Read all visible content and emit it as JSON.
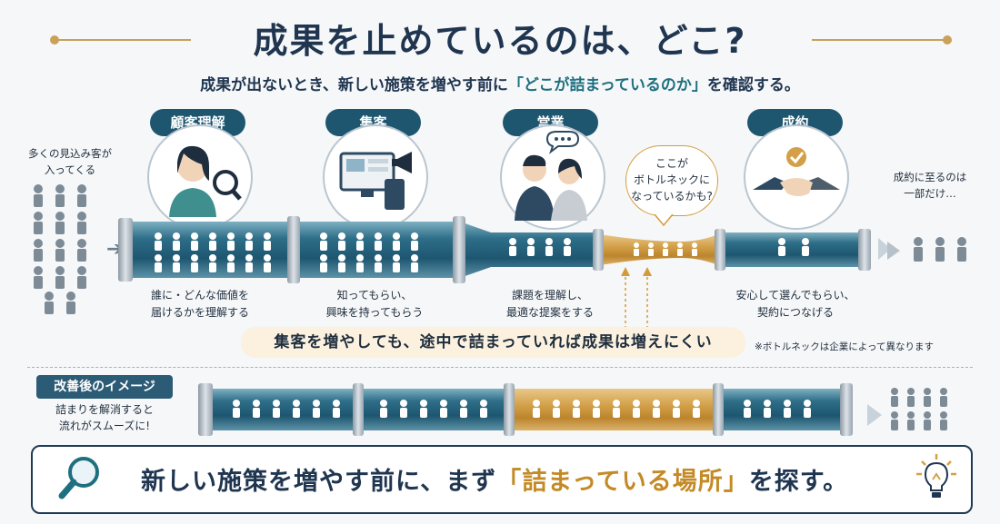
{
  "title": "成果を止めているのは、どこ?",
  "subtitle": {
    "before": "成果が出ないとき、新しい施策を増やす前に",
    "highlight": "「どこが詰まっているのか」",
    "after": "を確認する。"
  },
  "inflow_text": "多くの見込み客が\n入ってくる",
  "stages": [
    {
      "label": "顧客理解",
      "description": "誰に・どんな価値を\n届けるかを理解する",
      "icon": "person-magnifier-icon"
    },
    {
      "label": "集客",
      "description": "知ってもらい、\n興味を持ってもらう",
      "icon": "monitor-megaphone-icon"
    },
    {
      "label": "営業",
      "description": "課題を理解し、\n最適な提案をする",
      "icon": "consultation-icon"
    },
    {
      "label": "成約",
      "description": "安心して選んでもらい、\n契約につなげる",
      "icon": "handshake-icon"
    }
  ],
  "callout": "ここが\nボトルネックに\nなっているかも?",
  "outflow_text": "成約に至るのは\n一部だけ…",
  "banner": "集客を増やしても、途中で詰まっていれば成果は増えにくい",
  "note": "※ボトルネックは企業によって異なります",
  "after": {
    "label": "改善後のイメージ",
    "text": "詰まりを解消すると\n流れがスムーズに!"
  },
  "bottom": {
    "before": "新しい施策を増やす前に、まず",
    "highlight": "「詰まっている場所」",
    "after": "を探す。",
    "icons": [
      "magnifier-icon",
      "lightbulb-icon"
    ]
  },
  "colors": {
    "navy": "#1f3550",
    "teal": "#1e5670",
    "gold": "#c9a15a"
  }
}
